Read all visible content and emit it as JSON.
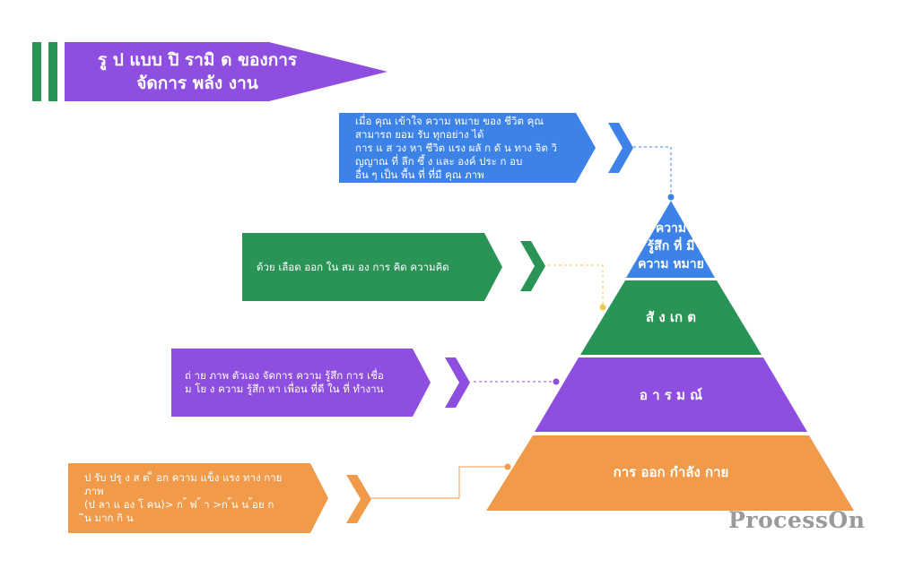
{
  "title": {
    "lines": [
      "รู ป แบบ ปิ รามิ ด ของการ",
      "จัดการ พลัง งาน"
    ]
  },
  "pyramid": {
    "levels": [
      {
        "lines": [
          "ความ",
          "รู้สึก ที่ มี",
          "ความ หมาย"
        ],
        "color": "#3d82e6"
      },
      {
        "lines": [
          "สั ง เก ต"
        ],
        "color": "#2a9356"
      },
      {
        "lines": [
          "อ า ร ม ณ์"
        ],
        "color": "#8e4ee0"
      },
      {
        "lines": [
          "การ ออก กำลัง กาย"
        ],
        "color": "#f09a4a"
      }
    ]
  },
  "notes": [
    {
      "lines": [
        "เมื่อ คุณ เข้าใจ ความ หมาย ของ ชีวิต คุณ",
        "สามารถ ยอม รับ ทุกอย่าง ได้",
        "การ แ ส วง หา ชีวิต แรง ผลั ก ดั น ทาง จิต วิ",
        "ญญาณ ที่ ลึก ซึ้ ง และ องค์ ประ ก อบ",
        "อื่น ๆ เป็น พื้น ที่ ที่มี คุณ ภาพ"
      ],
      "color": "#3d82e6"
    },
    {
      "lines": [
        "ด้วย เลือด ออก ใน สม อง การ คิด ความคิด"
      ],
      "color": "#2a9356"
    },
    {
      "lines": [
        "ถ่ าย ภาพ ตัวเอง จัดการ ความ รู้สึก การ เชื่อ",
        "ม โย ง ความ รู้สึก หา เพื่อน ที่ดี ใน ที่ ทำงาน"
      ],
      "color": "#8e4ee0"
    },
    {
      "lines": [
        "ป รับ ปรุ ง ส ต ็ อก ความ แข็ง แรง ทาง กาย",
        "ภาพ",
        "(ป ลา แ อง โ คน)> ก ้ ฟ ้ า >ก ้น น ้อย ก",
        "ิน มาก กิ น"
      ],
      "color": "#f09a4a"
    }
  ],
  "colors": {
    "title_bar": "#2a9356",
    "title_banner": "#8e4ee0",
    "connector_blue": "#3d82e6",
    "connector_green": "#f2c94c",
    "connector_purple": "#8e4ee0",
    "connector_orange": "#f09a4a"
  },
  "watermark": "ProcessOn"
}
